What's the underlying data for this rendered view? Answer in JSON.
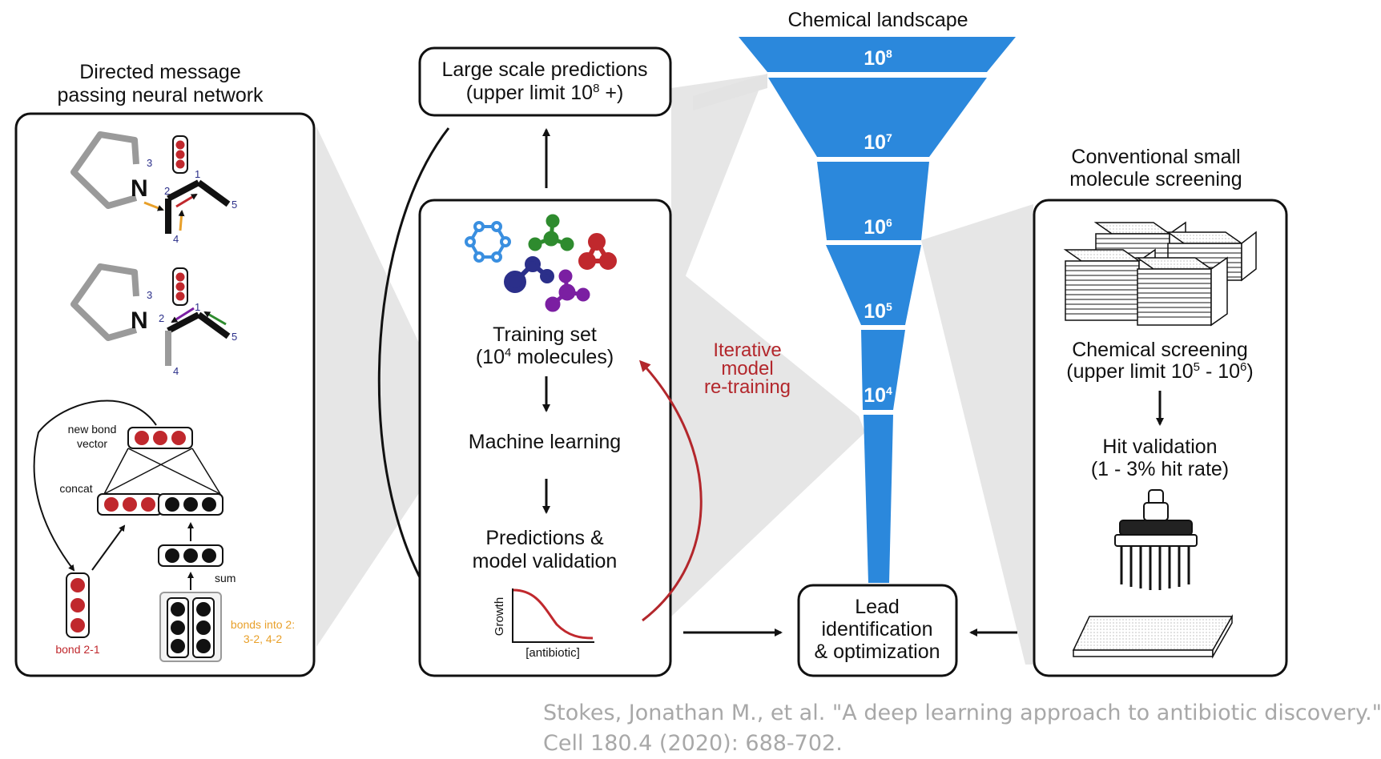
{
  "dmpnn": {
    "title_line1": "Directed message",
    "title_line2": "passing neural network",
    "atom_N": "N",
    "idx_1": "1",
    "idx_2": "2",
    "idx_3": "3",
    "idx_4": "4",
    "idx_5": "5",
    "new_bond_line1": "new bond",
    "new_bond_line2": "vector",
    "concat": "concat",
    "sum": "sum",
    "bond_label": "bond 2-1",
    "bonds_into_line1": "bonds into 2:",
    "bonds_into_line2": "3-2, 4-2"
  },
  "center": {
    "large_scale_line1": "Large scale predictions",
    "large_scale_line2": "(upper limit 10",
    "large_scale_sup": "8",
    "large_scale_tail": " +)",
    "training_line1": "Training set",
    "training_line2": "(10",
    "training_sup": "4",
    "training_tail": " molecules)",
    "machine_learning": "Machine learning",
    "predictions_line1": "Predictions &",
    "predictions_line2": "model validation",
    "growth_ylabel": "Growth",
    "growth_xlabel": "[antibiotic]",
    "iterative_line1": "Iterative",
    "iterative_line2": "model",
    "iterative_line3": "re-training"
  },
  "funnel": {
    "title": "Chemical landscape",
    "levels": [
      {
        "base": "10",
        "exp": "8"
      },
      {
        "base": "10",
        "exp": "7"
      },
      {
        "base": "10",
        "exp": "6"
      },
      {
        "base": "10",
        "exp": "5"
      },
      {
        "base": "10",
        "exp": "4"
      }
    ],
    "color": "#2b88dc"
  },
  "lead": {
    "line1": "Lead",
    "line2": "identification",
    "line3": "& optimization"
  },
  "conventional": {
    "title_line1": "Conventional small",
    "title_line2": "molecule screening",
    "screening_line1": "Chemical screening",
    "screening_line2a": "(upper limit 10",
    "screening_sup1": "5",
    "screening_line2b": " - 10",
    "screening_sup2": "6",
    "screening_line2c": ")",
    "hit_line1": "Hit validation",
    "hit_line2": "(1 - 3% hit rate)"
  },
  "citation": {
    "line1": "Stokes, Jonathan M., et al. \"A deep learning approach to antibiotic discovery.\"",
    "line2": "Cell 180.4 (2020): 688-702."
  },
  "colors": {
    "red": "#c0282d",
    "arrow_red": "#b3272c",
    "orange": "#e8a02a",
    "purple": "#7b1fa2",
    "green": "#2e8b2e",
    "navy": "#2b2f8a",
    "grey_wedge": "#e3e3e3"
  }
}
